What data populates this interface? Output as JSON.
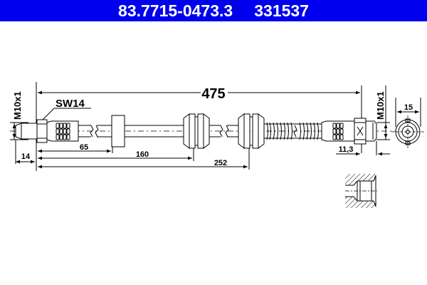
{
  "header": {
    "part_number": "83.7715-0473.3",
    "article_number": "331537",
    "background_color": "#0000ee",
    "text_color": "#ffffff"
  },
  "drawing": {
    "type": "brake hose technical drawing",
    "total_length_label": "475",
    "left_thread_label": "M10x1",
    "right_thread_label": "M10x1",
    "wrench_size_label": "SW14",
    "dimensions": {
      "d14": "14",
      "d65": "65",
      "d160": "160",
      "d252": "252",
      "d11_3": "11,3",
      "d15": "15"
    }
  }
}
